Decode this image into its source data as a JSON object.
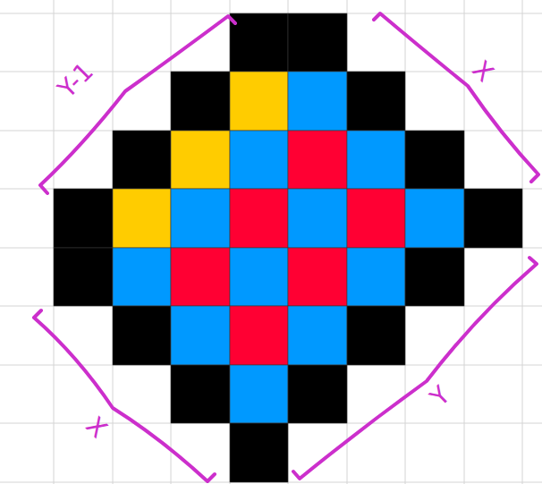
{
  "diagram": {
    "labels": [
      "Y-1",
      "X",
      "X",
      "Y"
    ]
  }
}
